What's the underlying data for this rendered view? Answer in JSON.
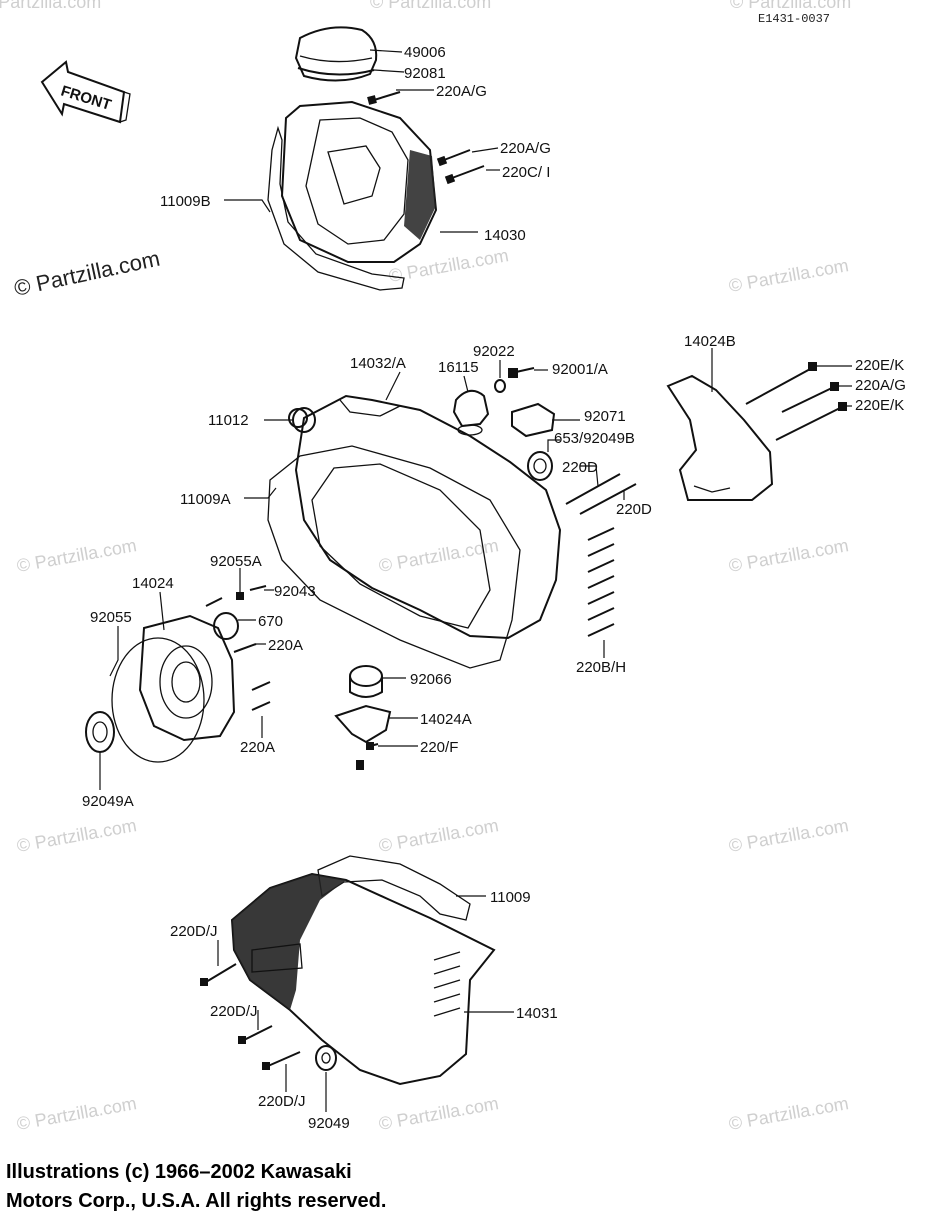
{
  "diagram_code": "E1431-0037",
  "front_label": "FRONT",
  "watermark": "© Partzilla.com",
  "callouts": [
    "49006",
    "92081",
    "220A/G",
    "220A/G",
    "220C/ I",
    "11009B",
    "14030",
    "14032/A",
    "92022",
    "16115",
    "92001/A",
    "14024B",
    "220E/K",
    "220A/G",
    "220E/K",
    "11012",
    "92071",
    "653/92049B",
    "220D",
    "220D",
    "11009A",
    "92055A",
    "92043",
    "14024",
    "670",
    "92055",
    "220A",
    "220A",
    "220B/H",
    "92066",
    "14024A",
    "220/F",
    "92049A",
    "11009",
    "220D/J",
    "220D/J",
    "14031",
    "220D/J",
    "92049"
  ],
  "copyright": {
    "line1": "Illustrations (c) 1966–2002 Kawasaki",
    "line2": "Motors Corp., U.S.A.  All rights reserved."
  }
}
